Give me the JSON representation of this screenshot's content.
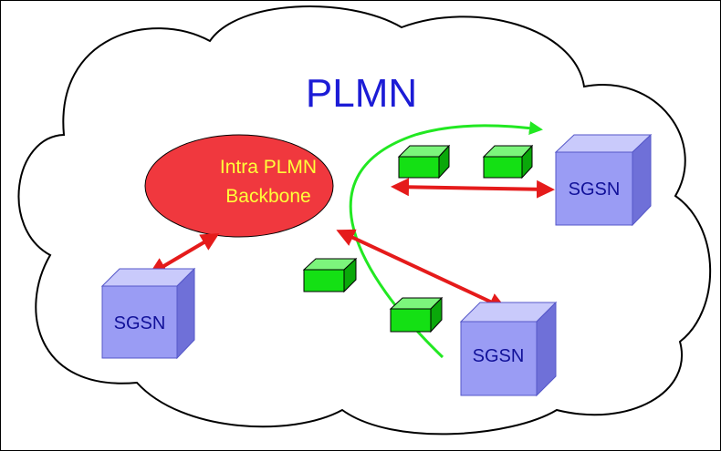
{
  "title": "PLMN",
  "backbone": {
    "label_line1": "Intra PLMN",
    "label_line2": "Backbone"
  },
  "nodes": [
    {
      "id": "sgsn-right",
      "label": "SGSN"
    },
    {
      "id": "sgsn-left",
      "label": "SGSN"
    },
    {
      "id": "sgsn-bottom",
      "label": "SGSN"
    }
  ],
  "colors": {
    "title": "#1c1cd6",
    "backbone_fill": "#f0383e",
    "backbone_text": "#ffff3a",
    "arrow": "#e51b1b",
    "flow": "#22e822",
    "packet": "#14e014",
    "sgsn_front": "#9a9cf4",
    "sgsn_top": "#c9cafb",
    "sgsn_side": "#6f70d8",
    "sgsn_text": "#111199"
  },
  "packet_icon": "green-box-packet",
  "node_icon": "server-cube"
}
